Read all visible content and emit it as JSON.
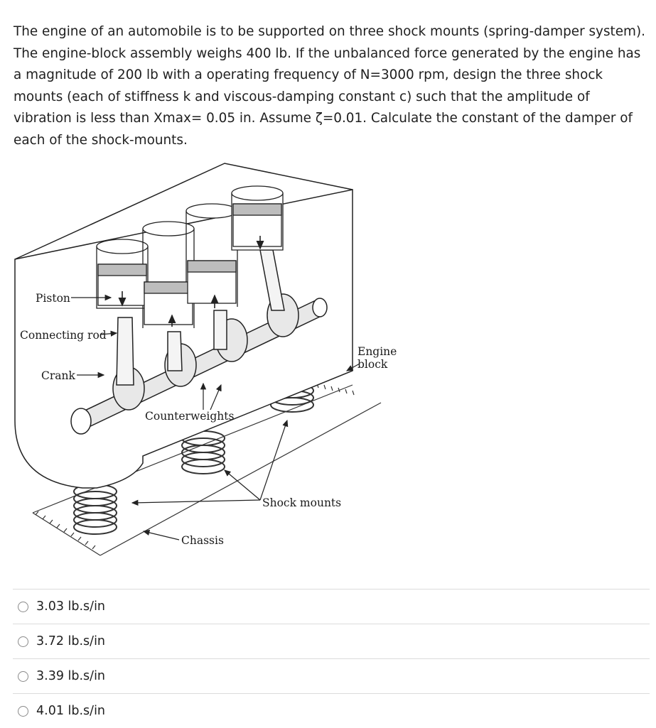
{
  "question": {
    "text": "The engine of an automobile is to be supported on three shock mounts (spring-damper system). The engine-block assembly weighs 400 lb. If the unbalanced force generated by the engine has a magnitude of 200 lb with a operating frequency of N=3000 rpm, design the three shock mounts (each of stiffness k and viscous-damping constant c) such that the amplitude of vibration is less than Xmax= 0.05 in. Assume ζ=0.01.   Calculate the constant of the damper of each of the shock-mounts."
  },
  "figure": {
    "labels": {
      "piston": "Piston",
      "connecting_rod": "Connecting rod",
      "crank": "Crank",
      "counterweights": "Counterweights",
      "engine_block_line1": "Engine",
      "engine_block_line2": "block",
      "shock_mounts": "Shock mounts",
      "chassis": "Chassis"
    }
  },
  "options": [
    {
      "label": "3.03 lb.s/in"
    },
    {
      "label": "3.72 lb.s/in"
    },
    {
      "label": "3.39 lb.s/in"
    },
    {
      "label": "4.01 lb.s/in"
    }
  ]
}
